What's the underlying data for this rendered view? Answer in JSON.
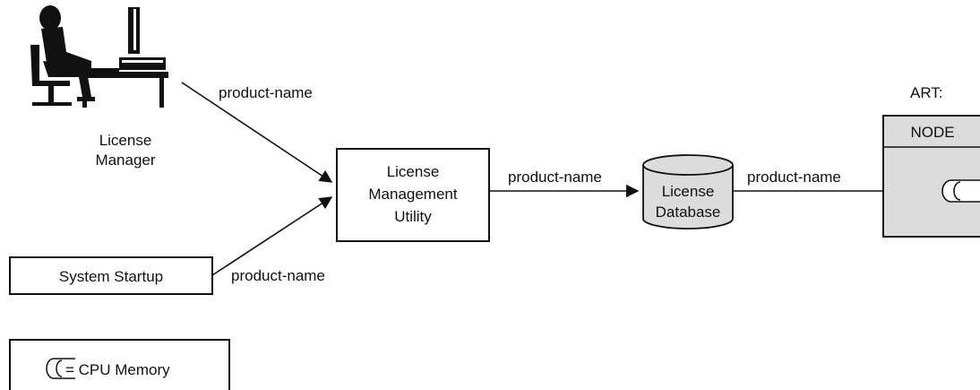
{
  "manager": {
    "label_line1": "License",
    "label_line2": "Manager"
  },
  "utility": {
    "line1": "License",
    "line2": "Management",
    "line3": "Utility"
  },
  "database": {
    "line1": "License",
    "line2": "Database"
  },
  "startup": {
    "label": "System Startup"
  },
  "flows": {
    "manager_to_utility": "product-name",
    "startup_to_utility": "product-name",
    "utility_to_database": "product-name",
    "database_to_node": "product-name"
  },
  "art": {
    "title": "ART:",
    "node_label": "NODE"
  },
  "legend": {
    "text": "= CPU Memory"
  },
  "colors": {
    "shade": "#dcdcdc",
    "stroke": "#111111"
  }
}
